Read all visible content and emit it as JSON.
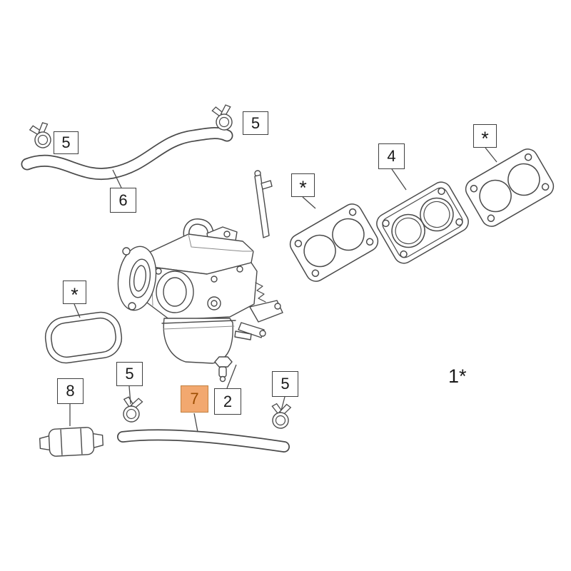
{
  "diagram": {
    "background": "#ffffff",
    "line_color": "#4a4a4a",
    "highlight_bg": "#f2a86f",
    "highlight_border": "#c08040",
    "highlight_text": "#9c4c00"
  },
  "labels": {
    "clamp_top_left": "5",
    "hose_upper": "6",
    "clamp_top_mid": "5",
    "gasket_carb": "*",
    "insulator": "4",
    "gasket_manifold": "*",
    "oring": "*",
    "fuel_filter": "8",
    "clamp_bottom_left": "5",
    "hose_lower": "7",
    "carburetor": "2",
    "clamp_bottom_right": "5",
    "assembly": "1*"
  }
}
